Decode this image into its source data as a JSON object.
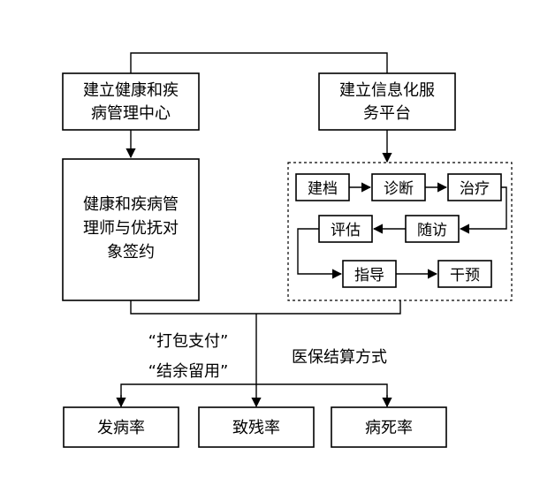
{
  "nodes": {
    "health_center": {
      "lines": [
        "建立健康和疾",
        "病管理中心"
      ]
    },
    "info_platform": {
      "lines": [
        "建立信息化服",
        "务平台"
      ]
    },
    "contract": {
      "lines": [
        "健康和疾病管",
        "理师与优抚对",
        "象签约"
      ]
    },
    "build_file": {
      "label": "建档"
    },
    "diagnosis": {
      "label": "诊断"
    },
    "treatment": {
      "label": "治疗"
    },
    "follow_up": {
      "label": "随访"
    },
    "evaluation": {
      "label": "评估"
    },
    "guidance": {
      "label": "指导"
    },
    "intervention": {
      "label": "干预"
    },
    "morbidity": {
      "label": "发病率"
    },
    "disability": {
      "label": "致残率"
    },
    "mortality": {
      "label": "病死率"
    }
  },
  "annotations": {
    "package_pay": "“打包支付”",
    "surplus_retain": "“结余留用”",
    "settlement": "医保结算方式"
  }
}
